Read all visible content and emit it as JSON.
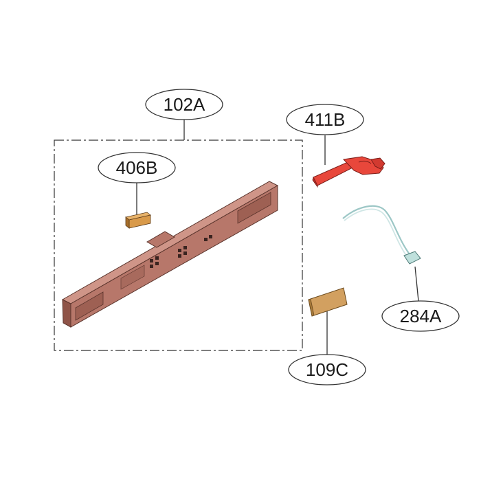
{
  "diagram": {
    "callouts": {
      "c102A": "102A",
      "c406B": "406B",
      "c411B": "411B",
      "c284A": "284A",
      "c109C": "109C"
    },
    "colors": {
      "panel": "#b7776a",
      "panel_dark": "#8f5448",
      "panel_light": "#cf9588",
      "button": "#d99a4a",
      "bracket": "#e8473b",
      "bracket_dark": "#b9302a",
      "cover": "#d2a060",
      "wire": "#b8d9d8",
      "line": "#333333"
    },
    "icons": {
      "panel": "control-panel-assembly",
      "button": "button-part",
      "bracket": "bracket-part",
      "harness": "wire-harness-part",
      "cover": "cover-part"
    }
  }
}
